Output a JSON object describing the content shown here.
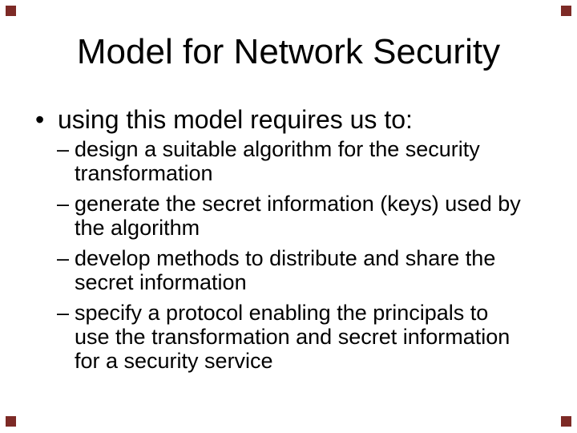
{
  "slide": {
    "title": "Model for Network Security",
    "bullet": {
      "marker": "•",
      "text": "using this model requires us to:"
    },
    "sub_bullets": [
      {
        "marker": "–",
        "lines": [
          "design a suitable algorithm for the security",
          "transformation"
        ]
      },
      {
        "marker": "–",
        "lines": [
          "generate the secret information (keys) used by",
          "the algorithm"
        ]
      },
      {
        "marker": "–",
        "lines": [
          "develop methods to distribute and share the",
          "secret information"
        ]
      },
      {
        "marker": "–",
        "lines": [
          "specify a protocol enabling the principals to",
          "use the transformation and secret information",
          "for a security service"
        ]
      }
    ],
    "colors": {
      "background": "#ffffff",
      "text": "#000000",
      "corner_marker": "#7d2a26"
    }
  }
}
